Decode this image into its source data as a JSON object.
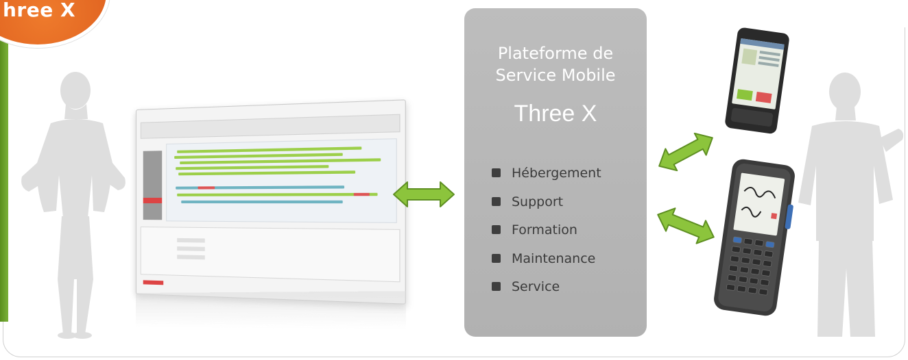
{
  "badge": {
    "text": "hree X"
  },
  "platform": {
    "title_line1": "Plateforme de",
    "title_line2": "Service Mobile",
    "brand": "Three X",
    "services": [
      "Hébergement",
      "Support",
      "Formation",
      "Maintenance",
      "Service"
    ]
  },
  "colors": {
    "accent_green": "#7bb13a",
    "badge_orange": "#e8692a",
    "panel_gray": "#b8b8b8",
    "silhouette_gray": "#dcdcdc"
  },
  "icons": {
    "left_person": "businesswoman-silhouette-icon",
    "right_person": "worker-silhouette-icon",
    "arrow": "double-arrow-icon",
    "phone": "smartphone-icon",
    "handheld": "rugged-handheld-icon"
  }
}
